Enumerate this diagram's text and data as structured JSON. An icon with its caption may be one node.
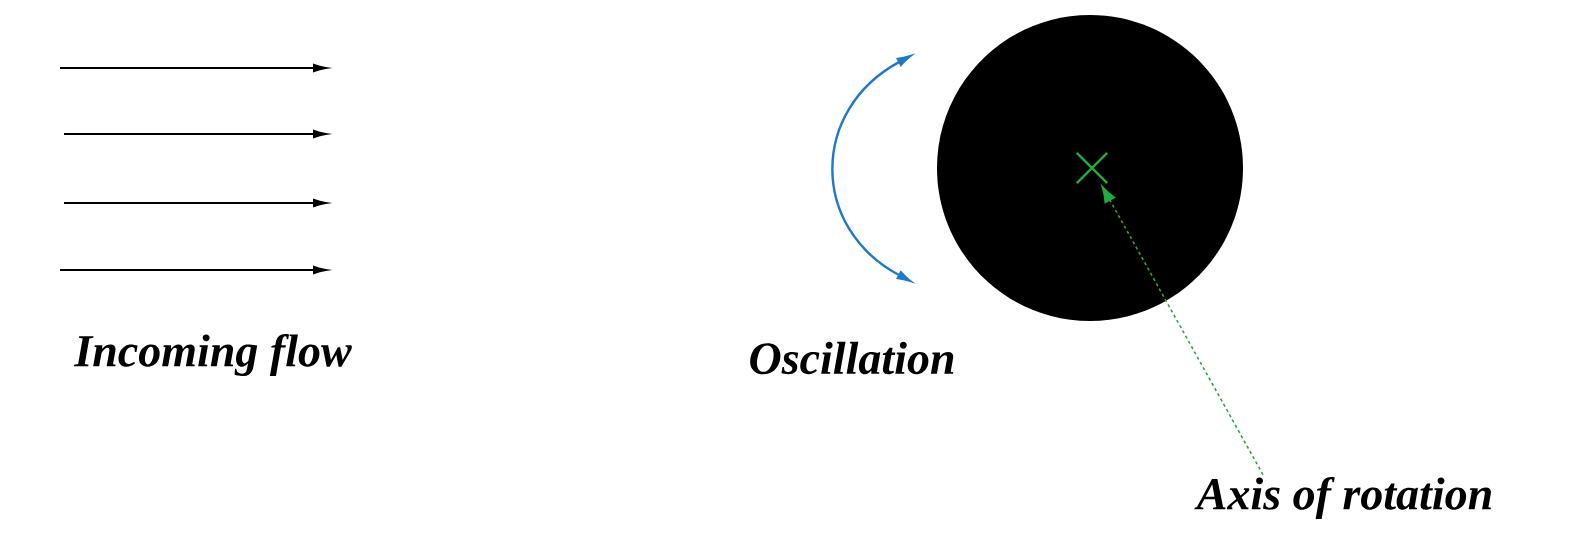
{
  "diagram": {
    "nodes": [
      {
        "text": [],
        "shape": "circle"
      },
      {
        "text": [
          "Axis of rotation"
        ]
      },
      {
        "text": [],
        "shape": "cross",
        "in": 0
      }
    ],
    "edges": [
      {
        "from": 1,
        "to": 2,
        "arrow": "to",
        "style": "dashed",
        "color": "#22aa44"
      }
    ],
    "labels": [
      "Incoming flow",
      "Oscillation"
    ]
  }
}
